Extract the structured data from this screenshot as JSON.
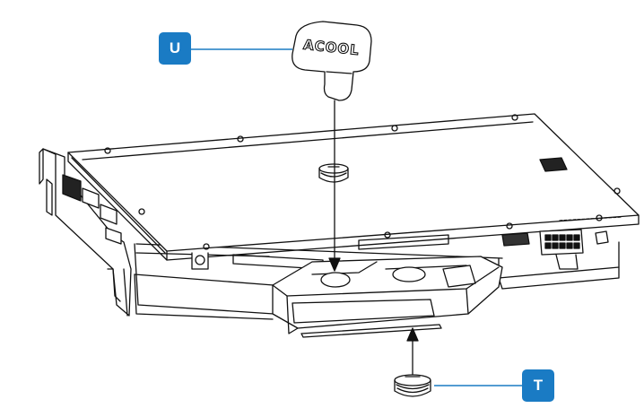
{
  "diagram": {
    "callouts": [
      {
        "id": "U",
        "label": "U"
      },
      {
        "id": "T",
        "label": "T"
      }
    ],
    "tool_logo_text": "ACOOL",
    "accent_color": "#1a7bc4",
    "line_color": "#111111"
  }
}
